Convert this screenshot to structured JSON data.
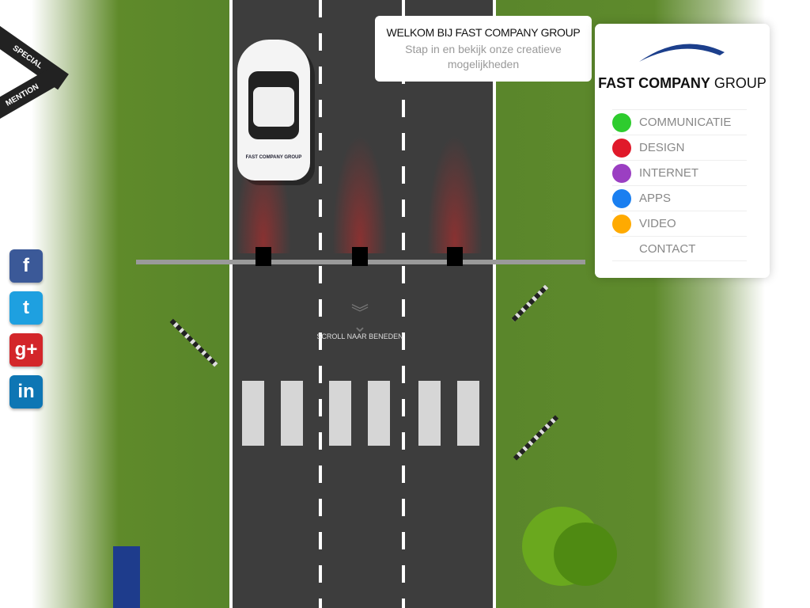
{
  "welcome": {
    "title": "WELKOM BIJ FAST COMPANY GROUP",
    "subtitle": "Stap in en bekijk onze creatieve mogelijkheden"
  },
  "brand": {
    "bold": "FAST COMPANY",
    "light": " GROUP"
  },
  "car_logo": "FAST COMPANY GROUP",
  "menu": [
    {
      "label": "COMMUNICATIE",
      "color": "#2ecc2e",
      "icon": "chat-icon"
    },
    {
      "label": "DESIGN",
      "color": "#e0192a",
      "icon": "eye-icon"
    },
    {
      "label": "INTERNET",
      "color": "#9b3fc2",
      "icon": "globe-icon"
    },
    {
      "label": "APPS",
      "color": "#1a7ff0",
      "icon": "device-icon"
    },
    {
      "label": "VIDEO",
      "color": "#ffaa00",
      "icon": "play-icon"
    },
    {
      "label": "CONTACT",
      "color": "",
      "icon": ""
    }
  ],
  "scroll_label": "SCROLL NAAR BENEDEN",
  "ribbon": {
    "line1": "SPECIAL",
    "line2": "MENTION"
  },
  "social": [
    {
      "label": "f",
      "name": "facebook",
      "color": "#3b5998"
    },
    {
      "label": "t",
      "name": "twitter",
      "color": "#1ea0e0"
    },
    {
      "label": "g+",
      "name": "google-plus",
      "color": "#d3262a"
    },
    {
      "label": "in",
      "name": "linkedin",
      "color": "#0e76b4"
    }
  ]
}
